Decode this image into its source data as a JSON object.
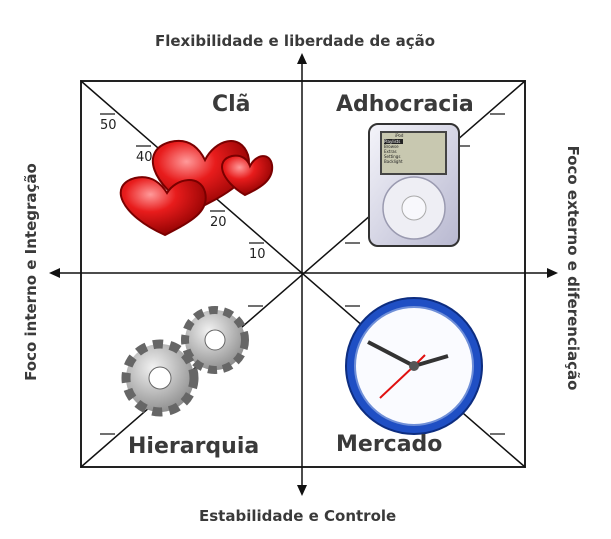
{
  "axes": {
    "top": "Flexibilidade e liberdade de ação",
    "bottom": "Estabilidade e Controle",
    "left": "Foco interno e Integração",
    "right": "Foco externo e diferenciação"
  },
  "quadrants": {
    "top_left": {
      "label": "Clã",
      "icon": "hearts-icon"
    },
    "top_right": {
      "label": "Adhocracia",
      "icon": "ipod-icon"
    },
    "bottom_left": {
      "label": "Hierarquia",
      "icon": "gears-icon"
    },
    "bottom_right": {
      "label": "Mercado",
      "icon": "clock-icon"
    }
  },
  "scale_ticks": [
    "50",
    "40",
    "20",
    "10"
  ],
  "ipod_screen": {
    "title": "iPod",
    "items": [
      "Playlists",
      "Browse",
      "Extras",
      "Settings",
      "Backlight"
    ]
  },
  "colors": {
    "line": "#111111",
    "heart": "#d41010",
    "clock": "#1f4fc4"
  }
}
